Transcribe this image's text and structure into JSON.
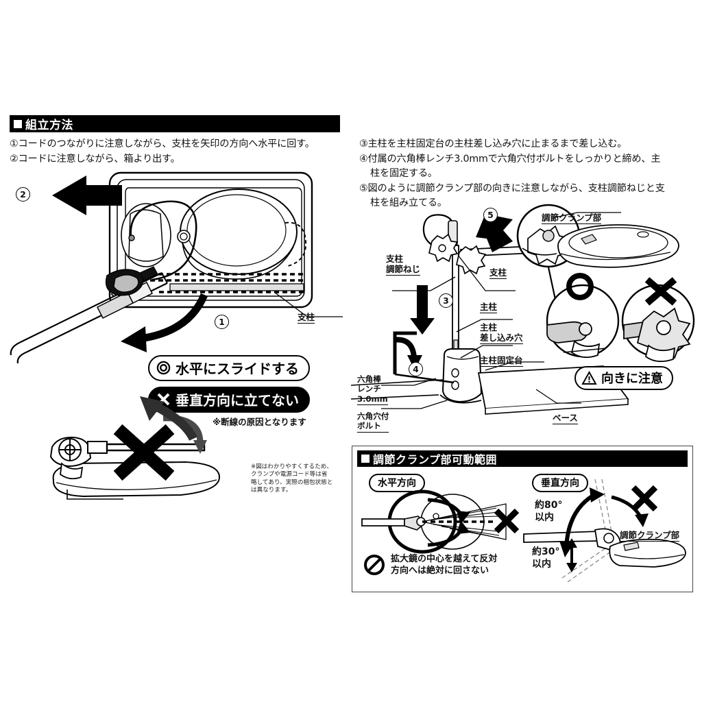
{
  "page": {
    "background": "#ffffff",
    "ink": "#000000",
    "gray": "#d8d8d8"
  },
  "left": {
    "section_header": "■組立方法",
    "section_header_text": "組立方法",
    "steps": [
      "①コードのつながりに注意しながら、支柱を矢印の方向へ水平に回す。",
      "②コードに注意しながら、箱より出す。"
    ],
    "diagram": {
      "callout_pole": "支柱",
      "step_marker_1": "1",
      "step_marker_2": "2"
    },
    "pill_ok": {
      "icon": "double-circle-ok-icon",
      "text": "水平にスライドする"
    },
    "pill_ng": {
      "icon": "cross-x-icon",
      "text": "垂直方向に立てない"
    },
    "caution_note": "※断線の原因となります",
    "footnote": "※図はわかりやすくするため、クランプや電源コード等は省略してあり、実際の梱包状態とは異なります。"
  },
  "right": {
    "steps": [
      "③主柱を主柱固定台の主柱差し込み穴に止まるまで差し込む。",
      "④付属の六角棒レンチ3.0mmで六角穴付ボルトをしっかりと締め、主",
      "柱を固定する。",
      "⑤図のように調節クランプ部の向きに注意しながら、支柱調節ねじと支",
      "柱を組み立てる。"
    ],
    "diagram": {
      "marker_3": "3",
      "marker_4": "4",
      "marker_5": "5",
      "label_stay_screw_l1": "支柱",
      "label_stay_screw_l2": "調節ねじ",
      "label_stay": "支柱",
      "label_main_pole": "主柱",
      "label_insert_hole_l1": "主柱",
      "label_insert_hole_l2": "差し込み穴",
      "label_pole_base": "主柱固定台",
      "label_base": "ベース",
      "label_hex_wrench_l1": "六角棒",
      "label_hex_wrench_l2": "レンチ",
      "label_hex_wrench_l3": "3.0mm",
      "label_hex_bolt_l1": "六角穴付",
      "label_hex_bolt_l2": "ボルト",
      "label_clamp": "調節クランプ部"
    },
    "detail_ok_mark": "○",
    "detail_ng_mark": "×",
    "pill_orientation": {
      "icon": "warning-triangle-icon",
      "text": "向きに注意"
    }
  },
  "bottom": {
    "section_header": "■調節クランプ部可動範囲",
    "section_header_text": "調節クランプ部可動範囲",
    "horizontal": {
      "tag": "水平方向",
      "warning_icon": "prohibited-icon",
      "warning_l1": "拡大鏡の中心を越えて反対",
      "warning_l2": "方向へは絶対に回さない"
    },
    "vertical": {
      "tag": "垂直方向",
      "angle_top_l1": "約80°",
      "angle_top_l2": "以内",
      "angle_bottom_l1": "約30°",
      "angle_bottom_l2": "以内",
      "label_clamp": "調節クランプ部"
    }
  }
}
